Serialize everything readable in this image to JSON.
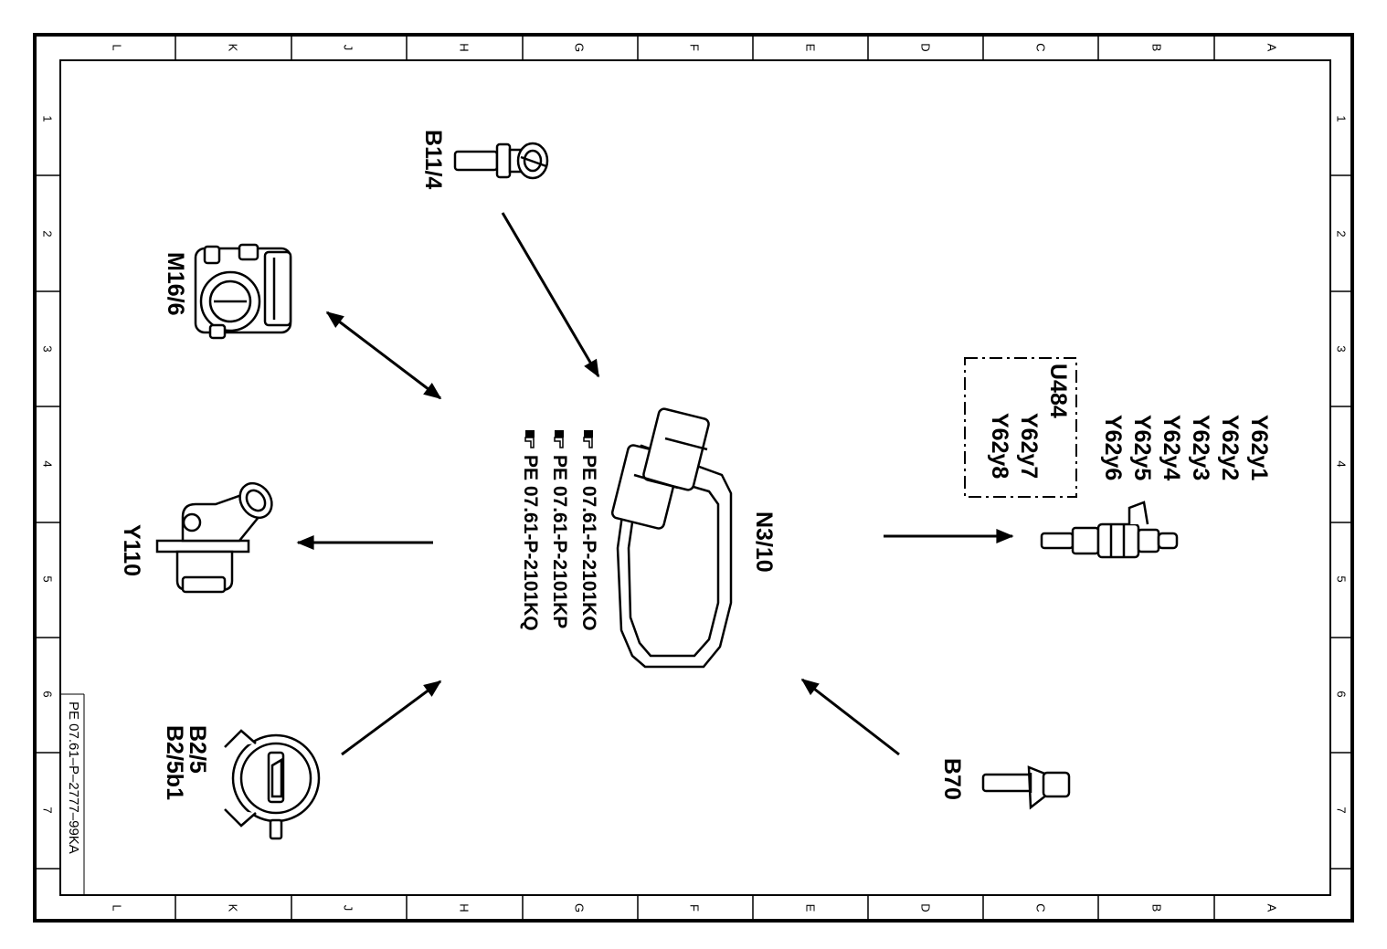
{
  "sheet": {
    "drawing_number": "PE 07.61–P–2777–99KA",
    "columns": [
      "L",
      "K",
      "J",
      "H",
      "G",
      "F",
      "E",
      "D",
      "C",
      "B",
      "A"
    ],
    "rows": [
      "1",
      "2",
      "3",
      "4",
      "5",
      "6",
      "7"
    ]
  },
  "components": {
    "ecu": {
      "label": "N3/10",
      "icon": "ecu-module-icon"
    },
    "ecu_refs": [
      {
        "text": "PE  07.61-P-2101KO",
        "icon": "hand-pointer-icon"
      },
      {
        "text": "PE  07.61-P-2101KP",
        "icon": "hand-pointer-icon"
      },
      {
        "text": "PE  07.61-P-2101KQ",
        "icon": "hand-pointer-icon"
      }
    ],
    "b11_4": {
      "label": "B11/4",
      "icon": "temperature-sensor-icon"
    },
    "m16_6": {
      "label": "M16/6",
      "icon": "throttle-body-icon"
    },
    "y110": {
      "label": "Y110",
      "icon": "thermostat-housing-icon"
    },
    "b2_5": {
      "label_1": "B2/5",
      "label_2": "B2/5b1",
      "icon": "air-mass-sensor-icon"
    },
    "b70": {
      "label": "B70",
      "icon": "crankshaft-sensor-icon"
    },
    "injectors": {
      "labels": [
        "Y62y1",
        "Y62y2",
        "Y62y3",
        "Y62y4",
        "Y62y5",
        "Y62y6"
      ],
      "icon": "fuel-injector-icon"
    },
    "u484": {
      "title": "U484",
      "items": [
        "Y62y7",
        "Y62y8"
      ]
    }
  }
}
